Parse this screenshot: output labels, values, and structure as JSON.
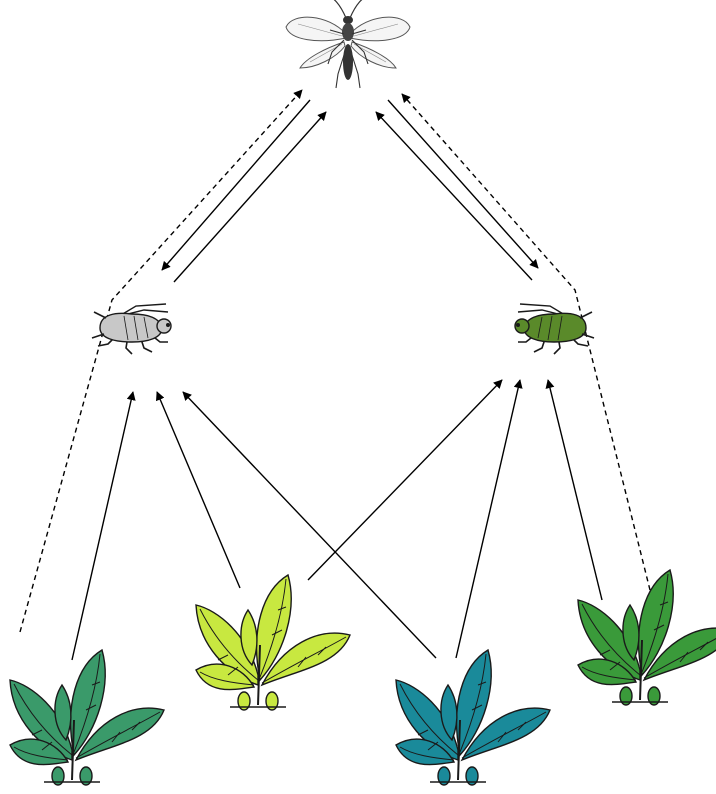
{
  "diagram": {
    "nodes": [
      {
        "id": "parasitoid",
        "kind": "wasp",
        "icon": "parasitoid-wasp-icon"
      },
      {
        "id": "aphid_left",
        "kind": "aphid",
        "icon": "aphid-icon",
        "color": "#c8c8c8"
      },
      {
        "id": "aphid_right",
        "kind": "aphid",
        "icon": "aphid-icon",
        "color": "#5a8a2a"
      },
      {
        "id": "plant_1",
        "kind": "plant",
        "icon": "plant-icon",
        "color": "#3a9a6a"
      },
      {
        "id": "plant_2",
        "kind": "plant",
        "icon": "plant-icon",
        "color": "#c8e840"
      },
      {
        "id": "plant_3",
        "kind": "plant",
        "icon": "plant-icon",
        "color": "#1a8a9a"
      },
      {
        "id": "plant_4",
        "kind": "plant",
        "icon": "plant-icon",
        "color": "#3a9a3a"
      }
    ],
    "edges": [
      {
        "from": "plant_1",
        "to": "aphid_left",
        "style": "solid"
      },
      {
        "from": "plant_2",
        "to": "aphid_left",
        "style": "solid"
      },
      {
        "from": "plant_3",
        "to": "aphid_left",
        "style": "solid"
      },
      {
        "from": "plant_2",
        "to": "aphid_right",
        "style": "solid"
      },
      {
        "from": "plant_3",
        "to": "aphid_right",
        "style": "solid"
      },
      {
        "from": "plant_4",
        "to": "aphid_right",
        "style": "solid"
      },
      {
        "from": "plant_1",
        "to": "parasitoid",
        "style": "dashed"
      },
      {
        "from": "plant_4",
        "to": "parasitoid",
        "style": "dashed"
      },
      {
        "from": "aphid_left",
        "to": "parasitoid",
        "style": "solid"
      },
      {
        "from": "parasitoid",
        "to": "aphid_left",
        "style": "solid"
      },
      {
        "from": "aphid_right",
        "to": "parasitoid",
        "style": "solid"
      },
      {
        "from": "parasitoid",
        "to": "aphid_right",
        "style": "solid"
      }
    ]
  }
}
